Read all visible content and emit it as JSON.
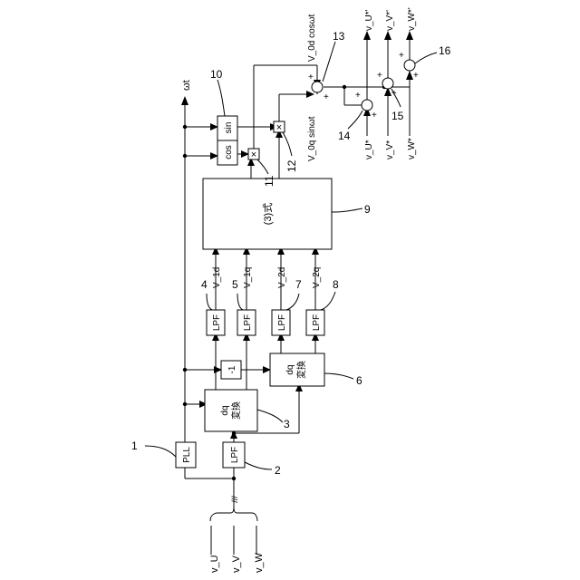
{
  "diagram": {
    "inputs": [
      "v_U",
      "v_V",
      "v_W"
    ],
    "input_ticks": "///",
    "blocks": {
      "pll": "PLL",
      "lpf_in": "LPF",
      "dq1_line1": "dq",
      "dq1_line2": "変換",
      "neg": "-1",
      "dq2_line1": "dq",
      "dq2_line2": "変換",
      "lpf4": "LPF",
      "lpf5": "LPF",
      "lpf7": "LPF",
      "lpf8": "LPF",
      "eq": "(3)式",
      "cos": "cos",
      "sin": "sin",
      "mul": "×"
    },
    "signals": {
      "omega_t": "ωt",
      "v1d": "V_1d",
      "v1q": "V_1q",
      "v2d": "V_2d",
      "v2q": "V_2q",
      "v0d_cos": "V_0d cosωt",
      "v0q_sin": "V_0q sinωt",
      "vu_ref": "v_U*",
      "vv_ref": "v_V*",
      "vw_ref": "v_W*",
      "vu_out": "v_U*'",
      "vv_out": "v_V*'",
      "vw_out": "v_W*'"
    },
    "signs": [
      "+",
      "+",
      "+",
      "+",
      "+",
      "+",
      "+",
      "+"
    ],
    "refs": [
      "1",
      "2",
      "3",
      "4",
      "5",
      "6",
      "7",
      "8",
      "9",
      "10",
      "11",
      "12",
      "13",
      "14",
      "15",
      "16"
    ]
  }
}
